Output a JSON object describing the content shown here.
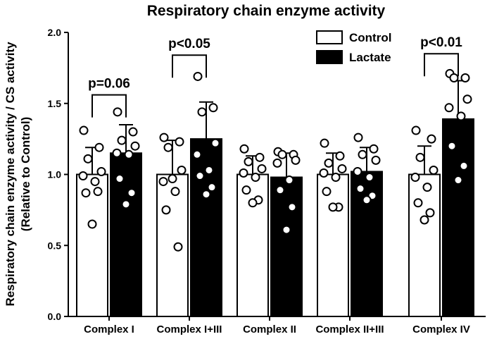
{
  "chart_data": {
    "type": "bar",
    "title": "Respiratory chain enzyme activity",
    "ylabel_line1": "Respiratory chain enzyme activity / CS activity",
    "ylabel_line2": "(Relative to Control)",
    "xlabel": "",
    "ylim": [
      0,
      2.0
    ],
    "yticks": [
      "0.0",
      "0.5",
      "1.0",
      "1.5",
      "2.0"
    ],
    "grid": false,
    "legend_position": "top-right",
    "categories": [
      "Complex I",
      "Complex I+III",
      "Complex II",
      "Complex II+III",
      "Complex IV"
    ],
    "series": [
      {
        "name": "Control",
        "fill": "#ffffff",
        "values": [
          1.0,
          1.0,
          1.0,
          1.0,
          1.0
        ],
        "error": [
          0.19,
          0.24,
          0.13,
          0.15,
          0.2
        ],
        "points": [
          [
            1.31,
            1.19,
            1.11,
            1.02,
            0.99,
            0.95,
            0.87,
            0.88,
            0.65
          ],
          [
            1.26,
            1.23,
            1.19,
            1.03,
            0.95,
            0.88,
            0.75,
            0.49,
            0.97
          ],
          [
            1.18,
            1.12,
            1.09,
            1.04,
            1.01,
            0.98,
            0.89,
            0.82,
            0.8
          ],
          [
            1.22,
            1.13,
            1.08,
            1.04,
            1.01,
            0.98,
            0.88,
            0.77,
            0.77
          ],
          [
            1.31,
            1.25,
            1.12,
            1.03,
            0.98,
            0.91,
            0.8,
            0.73,
            0.68
          ]
        ]
      },
      {
        "name": "Lactate",
        "fill": "#000000",
        "values": [
          1.15,
          1.25,
          0.98,
          1.02,
          1.39
        ],
        "error": [
          0.2,
          0.26,
          0.17,
          0.17,
          0.27
        ],
        "points": [
          [
            1.44,
            1.3,
            1.24,
            1.2,
            1.15,
            1.14,
            0.97,
            0.87,
            0.79
          ],
          [
            1.69,
            1.47,
            1.44,
            1.22,
            1.14,
            1.03,
            0.99,
            0.91,
            0.86
          ],
          [
            1.16,
            1.14,
            1.14,
            1.1,
            1.08,
            0.96,
            0.89,
            0.77,
            0.61
          ],
          [
            1.26,
            1.18,
            1.14,
            1.1,
            1.02,
            0.98,
            0.9,
            0.85,
            0.82
          ],
          [
            1.71,
            1.68,
            1.68,
            1.53,
            1.47,
            1.41,
            1.2,
            1.06,
            0.96
          ]
        ]
      }
    ],
    "annotations": [
      {
        "category_index": 0,
        "text": "p=0.06",
        "bracket_y": 1.56
      },
      {
        "category_index": 1,
        "text": "p<0.05",
        "bracket_y": 1.84
      },
      {
        "category_index": 4,
        "text": "p<0.01",
        "bracket_y": 1.85
      }
    ]
  }
}
